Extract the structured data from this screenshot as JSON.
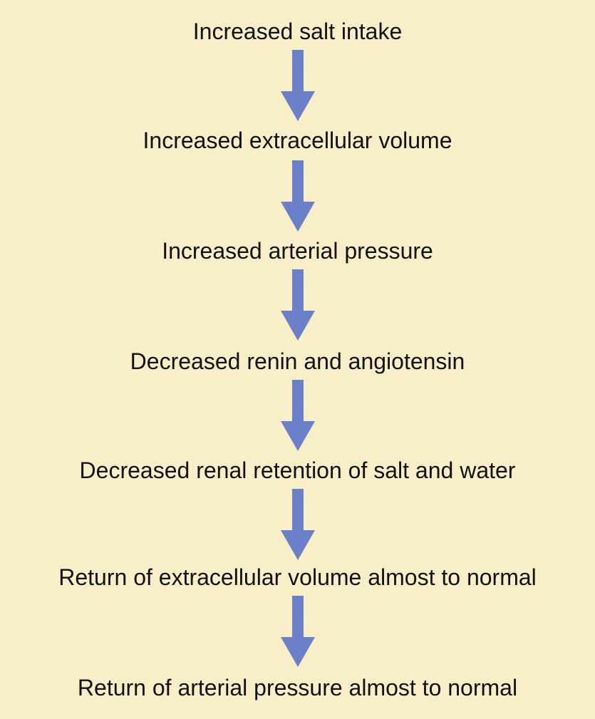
{
  "diagram": {
    "steps": [
      "Increased salt intake",
      "Increased extracellular volume",
      "Increased arterial pressure",
      "Decreased renin and angiotensin",
      "Decreased renal retention of salt and water",
      "Return of extracellular volume almost to normal",
      "Return of arterial pressure almost to normal"
    ],
    "colors": {
      "background": "#f8efc8",
      "arrow": "#6b80c8",
      "text": "#111111"
    }
  }
}
